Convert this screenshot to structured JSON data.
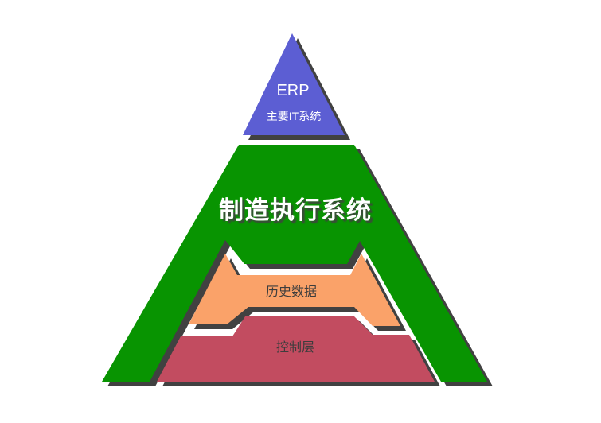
{
  "diagram": {
    "levels": {
      "erp": {
        "label": "ERP",
        "sublabel": "主要IT系统"
      },
      "mes": {
        "label": "制造执行系统"
      },
      "historian": {
        "label": "历史数据"
      },
      "control": {
        "label": "控制层"
      }
    },
    "colors": {
      "erp_blue": "#5c5ed3",
      "mes_green": "#089401",
      "historian_orange": "#faa269",
      "control_red": "#c24c60",
      "shadow_gray": "#414141",
      "label_light": "#ffffff",
      "label_dark": "#3d3d3d",
      "background": "#ffffff"
    }
  }
}
